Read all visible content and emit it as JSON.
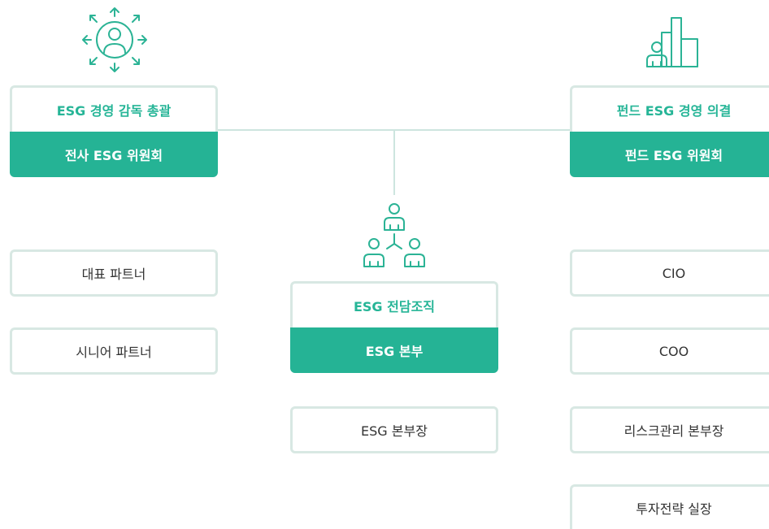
{
  "left": {
    "header": "ESG 경영 감독 총괄",
    "committee": "전사 ESG 위원회",
    "roles": [
      "대표 파트너",
      "시니어 파트너"
    ],
    "icon": "person-arrows-icon"
  },
  "center": {
    "header": "ESG 전담조직",
    "committee": "ESG 본부",
    "roles": [
      "ESG 본부장"
    ],
    "icon": "team-hierarchy-icon"
  },
  "right": {
    "header": "펀드 ESG 경영 의결",
    "committee": "펀드 ESG 위원회",
    "roles": [
      "CIO",
      "COO",
      "리스크관리 본부장",
      "투자전략 실장"
    ],
    "icon": "person-bar-chart-icon"
  },
  "colors": {
    "accent": "#25b395",
    "border": "#d8e8e3",
    "line": "#cde5df",
    "text": "#333333"
  }
}
